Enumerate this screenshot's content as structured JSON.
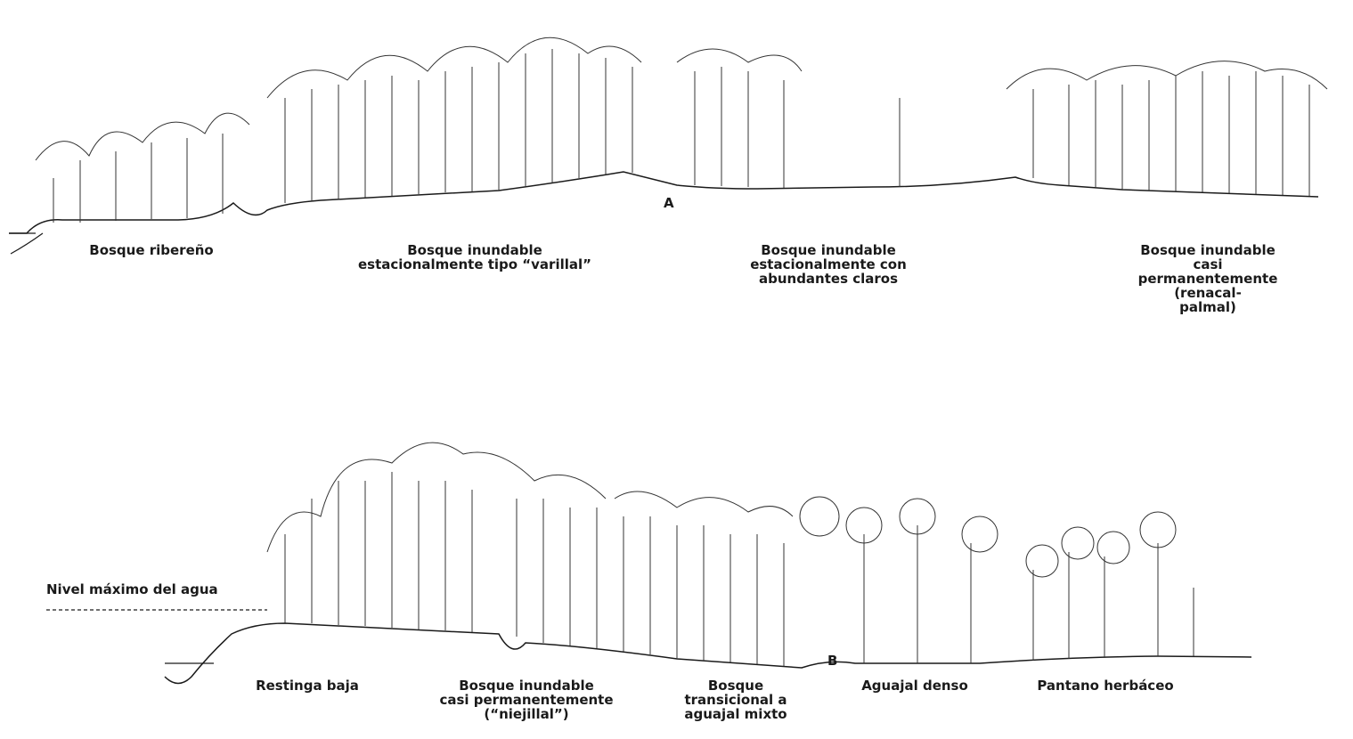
{
  "panel_a": {
    "letter": "A",
    "labels": [
      "Bosque ribereño",
      "Bosque inundable\nestacionalmente tipo “varillal”",
      "Bosque inundable\nestacionalmente con\nabundantes claros",
      "Bosque inundable casi\npermanentemente (renacal-\npalmal)"
    ]
  },
  "panel_b": {
    "letter": "B",
    "water_level_label": "Nivel máximo del agua",
    "labels": [
      "Restinga baja",
      "Bosque inundable\ncasi permanentemente\n(“niejillal”)",
      "Bosque\ntransicional a\naguajal mixto",
      "Aguajal denso",
      "Pantano herbáceo"
    ]
  },
  "colors": {
    "ink": "#1a1a1a",
    "background": "#ffffff"
  }
}
